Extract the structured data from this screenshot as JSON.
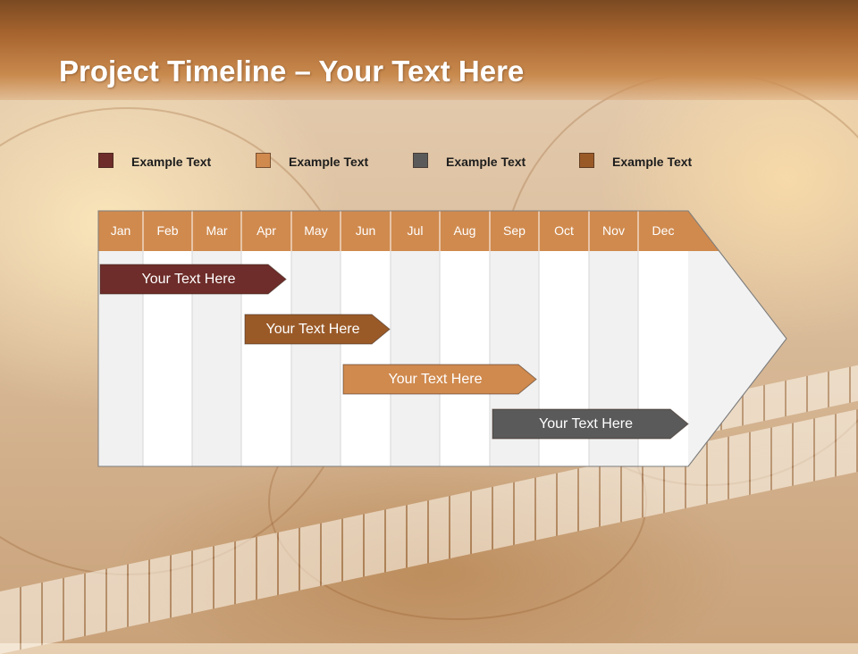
{
  "slide": {
    "title_bold": "Project Timeline",
    "title_rest": " – Your Text Here"
  },
  "legend": [
    {
      "label": "Example Text",
      "color": "#6e2d2a"
    },
    {
      "label": "Example Text",
      "color": "#d08a4e"
    },
    {
      "label": "Example Text",
      "color": "#5a5a5a"
    },
    {
      "label": "Example Text",
      "color": "#9a5a28"
    }
  ],
  "timeline": {
    "months": [
      "Jan",
      "Feb",
      "Mar",
      "Apr",
      "May",
      "Jun",
      "Jul",
      "Aug",
      "Sep",
      "Oct",
      "Nov",
      "Dec"
    ],
    "header_color": "#d08a4e",
    "tasks": [
      {
        "label": "Your  Text Here",
        "color": "#6e2d2a",
        "start": "Jan",
        "end": "Apr"
      },
      {
        "label": "Your  Text Here",
        "color": "#9a5a28",
        "start": "Apr",
        "end": "Jun"
      },
      {
        "label": "Your  Text Here",
        "color": "#d08a4e",
        "start": "Jun",
        "end": "Sep"
      },
      {
        "label": "Your  Text Here",
        "color": "#5a5a5a",
        "start": "Sep",
        "end": "Dec"
      }
    ]
  }
}
